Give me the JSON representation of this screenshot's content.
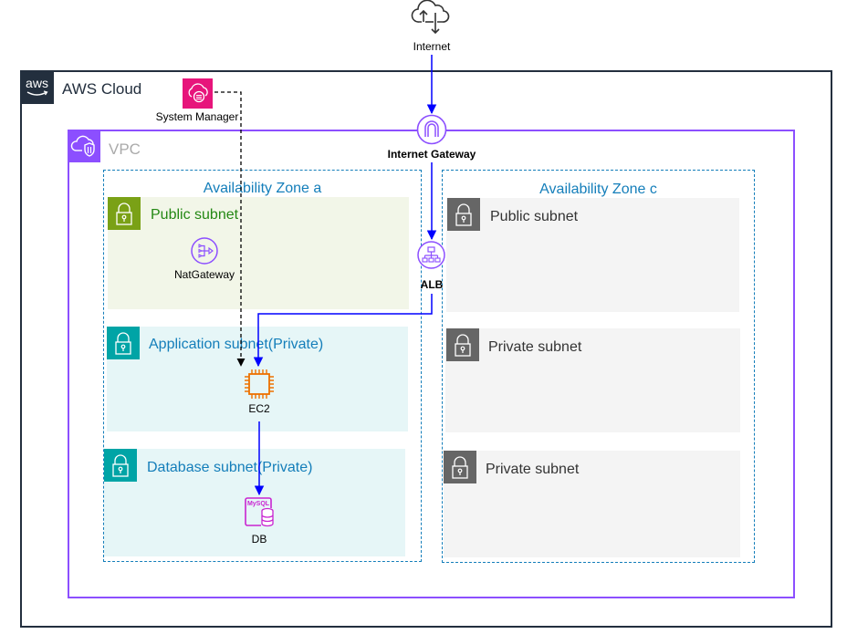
{
  "internet": {
    "label": "Internet",
    "icon": "cloud-upload-download-icon"
  },
  "aws_cloud": {
    "label": "AWS Cloud",
    "logo_text": "aws"
  },
  "system_manager": {
    "label": "System Manager",
    "color": "#e7157b"
  },
  "vpc": {
    "label": "VPC",
    "color": "#8c4fff"
  },
  "internet_gateway": {
    "label": "Internet Gateway"
  },
  "alb": {
    "label": "ALB"
  },
  "zones": [
    {
      "label": "Availability Zone a",
      "subnets": [
        {
          "label": "Public subnet",
          "type": "public",
          "nodes": [
            {
              "label": "NatGateway",
              "icon": "nat-gateway-icon"
            }
          ]
        },
        {
          "label": "Application subnet(Private)",
          "type": "private",
          "nodes": [
            {
              "label": "EC2",
              "icon": "ec2-chip-icon"
            }
          ]
        },
        {
          "label": "Database subnet(Private)",
          "type": "private",
          "nodes": [
            {
              "label": "DB",
              "icon": "mysql-db-icon",
              "icon_text": "MySQL"
            }
          ]
        }
      ]
    },
    {
      "label": "Availability Zone c",
      "subnets": [
        {
          "label": "Public subnet",
          "type": "unused"
        },
        {
          "label": "Private subnet",
          "type": "unused"
        },
        {
          "label": "Private subnet",
          "type": "unused"
        }
      ]
    }
  ],
  "connections": [
    {
      "from": "Internet",
      "to": "Internet Gateway",
      "style": "solid",
      "color": "#0000ff"
    },
    {
      "from": "Internet Gateway",
      "to": "ALB",
      "style": "solid",
      "color": "#0000ff"
    },
    {
      "from": "ALB",
      "to": "EC2",
      "style": "solid",
      "color": "#0000ff"
    },
    {
      "from": "EC2",
      "to": "DB",
      "style": "solid",
      "color": "#0000ff"
    },
    {
      "from": "System Manager",
      "to": "EC2",
      "style": "dashed",
      "color": "#000000"
    }
  ],
  "colors": {
    "aws_dark": "#232f3e",
    "az_blue": "#147eba",
    "public_green": "#7aa116",
    "private_teal": "#00a4a6",
    "gray_lock": "#666666",
    "ec2_orange": "#ed7100",
    "db_magenta": "#c925d1"
  }
}
